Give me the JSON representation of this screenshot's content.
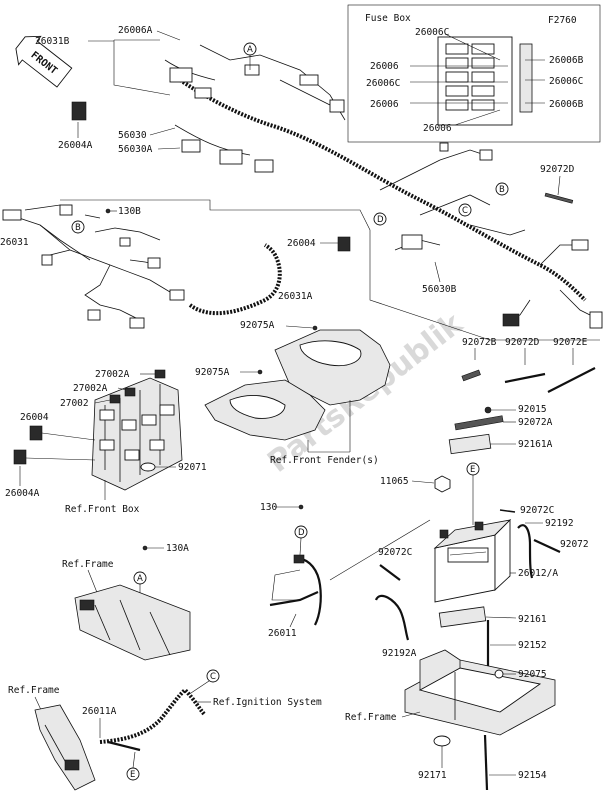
{
  "diagram": {
    "code": "F2760",
    "watermark": "PartsRepublik",
    "front_arrow": "FRONT",
    "fuse_box": {
      "title": "Fuse Box",
      "left_labels": [
        "26006C",
        "26006",
        "26006C",
        "26006",
        "26006"
      ],
      "right_labels": [
        "26006B",
        "26006C",
        "26006B"
      ]
    },
    "callouts": {
      "A": "A",
      "B": "B",
      "C": "C",
      "D": "D",
      "E": "E"
    },
    "labels": {
      "p26031B": "26031B",
      "p26006A": "26006A",
      "p26004A_top": "26004A",
      "p56030": "56030",
      "p56030A": "56030A",
      "p130B": "130B",
      "p26031": "26031",
      "p92072D_a": "92072D",
      "p26004_mid": "26004",
      "p56030B": "56030B",
      "p26031A": "26031A",
      "p92075A_a": "92075A",
      "p92075A_b": "92075A",
      "p27002A_a": "27002A",
      "p27002A_b": "27002A",
      "p27002": "27002",
      "p26004_left": "26004",
      "p92071": "92071",
      "p26004A_bottom": "26004A",
      "ref_front_box": "Ref.Front Box",
      "ref_front_fender": "Ref.Front Fender(s)",
      "p92072B": "92072B",
      "p92072D_b": "92072D",
      "p92072E": "92072E",
      "p92015": "92015",
      "p92072A": "92072A",
      "p92161A": "92161A",
      "p11065": "11065",
      "p130": "130",
      "p92072C_a": "92072C",
      "p92192": "92192",
      "p92072C_b": "92072C",
      "p92072": "92072",
      "p26012A": "26012/A",
      "p130A": "130A",
      "ref_frame_1": "Ref.Frame",
      "p26011": "26011",
      "p92192A": "92192A",
      "p92161": "92161",
      "p92152": "92152",
      "p92075": "92075",
      "ref_frame_2": "Ref.Frame",
      "p26011A": "26011A",
      "ref_ignition": "Ref.Ignition System",
      "ref_frame_3": "Ref.Frame",
      "p92171": "92171",
      "p92154": "92154"
    }
  }
}
